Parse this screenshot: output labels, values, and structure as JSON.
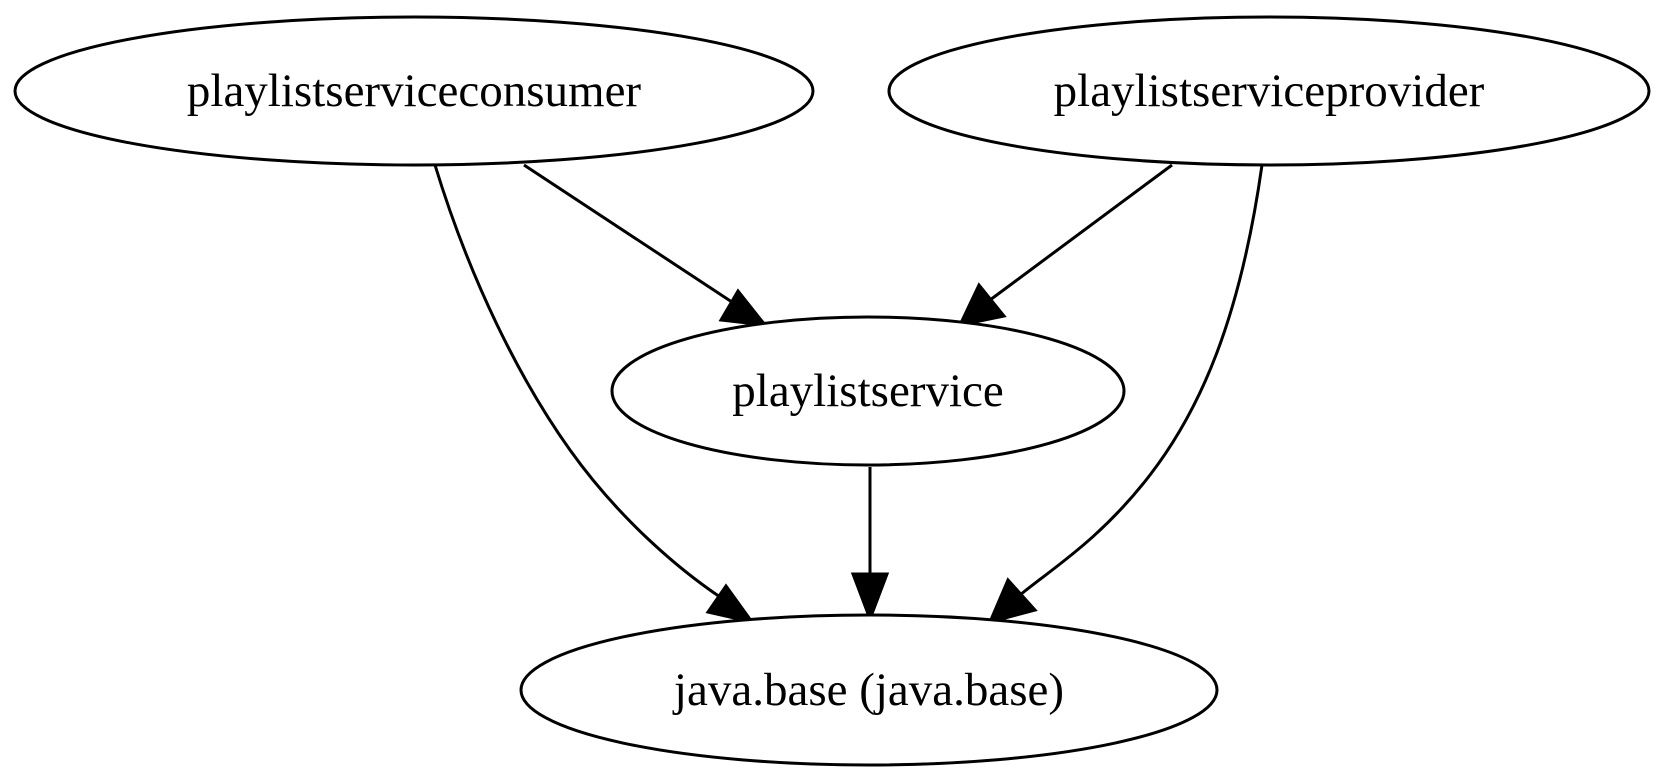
{
  "graph": {
    "nodes": [
      {
        "id": "consumer",
        "label": "playlistserviceconsumer"
      },
      {
        "id": "provider",
        "label": "playlistserviceprovider"
      },
      {
        "id": "service",
        "label": "playlistservice"
      },
      {
        "id": "javabase",
        "label": "java.base (java.base)"
      }
    ],
    "edges": [
      {
        "from": "consumer",
        "to": "service"
      },
      {
        "from": "consumer",
        "to": "javabase"
      },
      {
        "from": "provider",
        "to": "service"
      },
      {
        "from": "provider",
        "to": "javabase"
      },
      {
        "from": "service",
        "to": "javabase"
      }
    ]
  }
}
